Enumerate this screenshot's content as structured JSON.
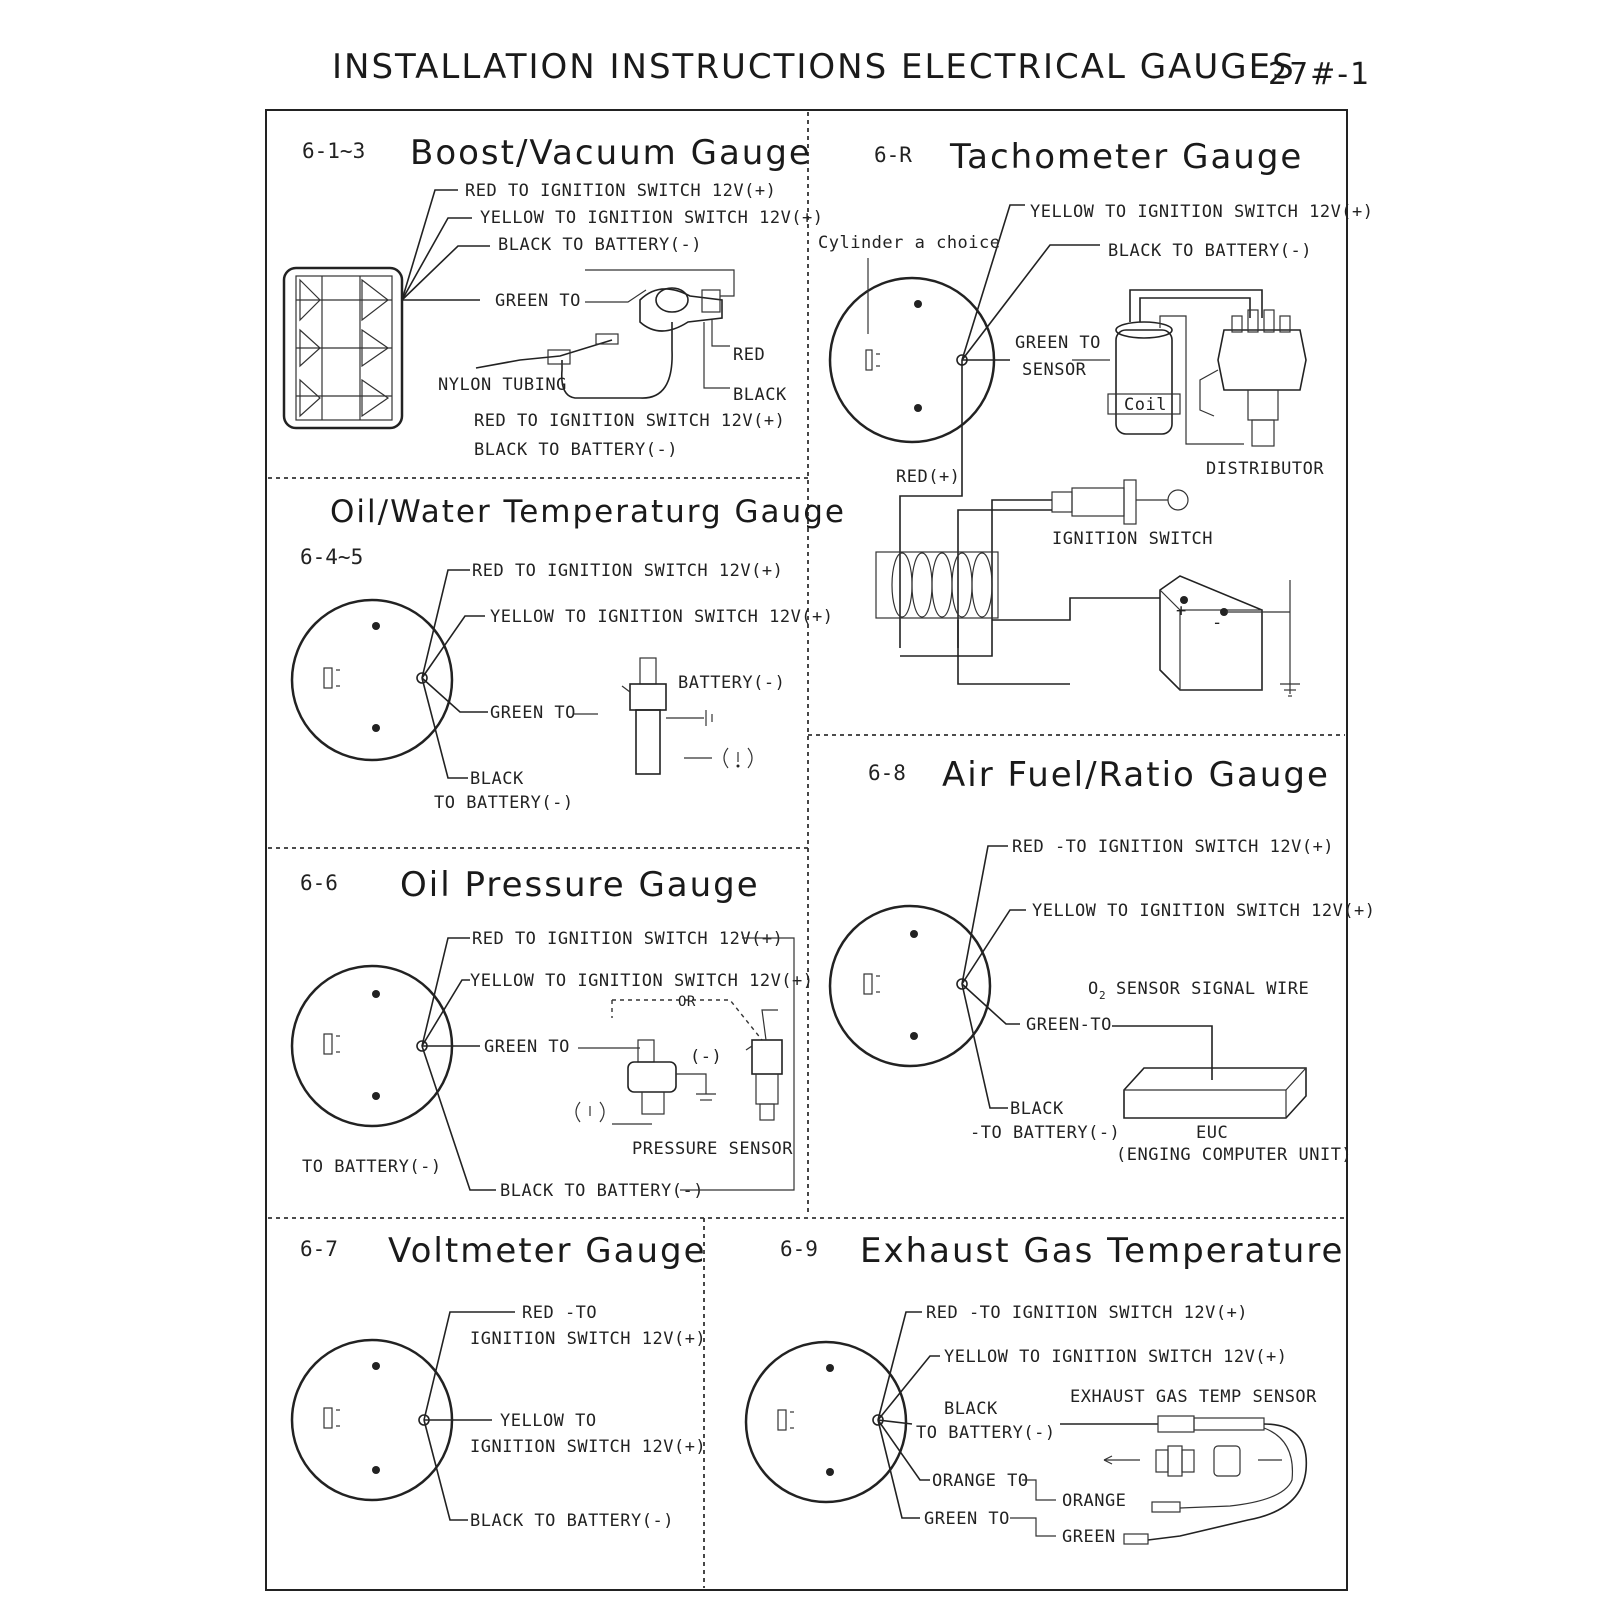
{
  "header": {
    "title": "INSTALLATION INSTRUCTIONS ELECTRICAL GAUGES",
    "code": "27#-1"
  },
  "panels": {
    "boost": {
      "id": "6-1~3",
      "title": "Boost/Vacuum Gauge",
      "red": "RED   TO IGNITION SWITCH 12V(+)",
      "yellow": "YELLOW   TO IGNITION SWITCH 12V(+)",
      "black": "BLACK   TO BATTERY(-)",
      "green": "GREEN TO",
      "sensor_red": "RED",
      "sensor_black": "BLACK",
      "tubing": "NYLON TUBING",
      "red2": "RED   TO IGNITION SWITCH 12V(+)",
      "black2": "BLACK   TO BATTERY(-)"
    },
    "tach": {
      "id": "6-R",
      "title": "Tachometer Gauge",
      "yellow": "YELLOW   TO IGNITION SWITCH 12V(+)",
      "cylinder": "Cylinder a choice",
      "black": "BLACK  TO BATTERY(-)",
      "green": "GREEN TO",
      "sensor": "SENSOR",
      "coil": "Coil",
      "distributor": "DISTRIBUTOR",
      "red": "RED(+)",
      "ignition": "IGNITION SWITCH",
      "plus": "+",
      "minus": "-"
    },
    "oilwater": {
      "title": "Oil/Water Temperaturg Gauge",
      "id": "6-4~5",
      "red": "RED TO IGNITION SWITCH 12V(+)",
      "yellow": "YELLOW   TO IGNITION SWITCH 12V(+)",
      "battery": "BATTERY(-)",
      "green": "GREEN TO",
      "black": "BLACK",
      "black2": "TO BATTERY(-)"
    },
    "afr": {
      "id": "6-8",
      "title": "Air Fuel/Ratio Gauge",
      "red": "RED -TO IGNITION SWITCH 12V(+)",
      "yellow": "YELLOW   TO IGNITION SWITCH 12V(+)",
      "o2_prefix": "O",
      "o2_sub": "2",
      "o2": "SENSOR SIGNAL WIRE",
      "green": "GREEN-TO",
      "black": "BLACK",
      "black2": "-TO BATTERY(-)",
      "euc": "EUC",
      "euc2": "(ENGING COMPUTER UNIT)"
    },
    "oilpressure": {
      "id": "6-6",
      "title": "Oil Pressure Gauge",
      "red": "RED TO IGNITION SWITCH 12V(+)",
      "yellow": "YELLOW TO IGNITION SWITCH 12V(+)",
      "or": "OR",
      "green": "GREEN TO",
      "neg": "(-)",
      "pressure": "PRESSURE SENSOR",
      "tobattery": "TO BATTERY(-)",
      "black": "BLACK TO BATTERY(-)"
    },
    "volt": {
      "id": "6-7",
      "title": "Voltmeter Gauge",
      "red": "RED -TO",
      "red2": "IGNITION SWITCH 12V(+)",
      "yellow": "YELLOW   TO",
      "yellow2": "IGNITION SWITCH 12V(+)",
      "black": "BLACK  TO BATTERY(-)"
    },
    "egt": {
      "id": "6-9",
      "title": "Exhaust Gas Temperature",
      "red": "RED -TO IGNITION SWITCH 12V(+)",
      "yellow": "YELLOW   TO IGNITION SWITCH 12V(+)",
      "sensor": "EXHAUST GAS TEMP SENSOR",
      "black": "BLACK",
      "black2": "TO BATTERY(-)",
      "orange": "ORANGE TO",
      "orange2": "ORANGE",
      "green": "GREEN TO",
      "green2": "GREEN"
    }
  }
}
